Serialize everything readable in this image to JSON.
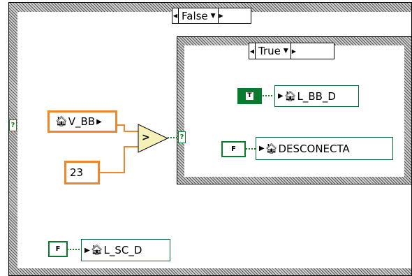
{
  "outer_case": {
    "selector_label": "False"
  },
  "inner_case": {
    "selector_label": "True"
  },
  "selector_tunnel_label": "?",
  "compare_function_symbol": ">",
  "controls": {
    "v_bb": "V_BB",
    "constant_23": "23"
  },
  "indicators": {
    "l_bb_d": "L_BB_D",
    "desconecta": "DESCONECTA",
    "l_sc_d": "L_SC_D"
  },
  "constants": {
    "true_const": "T",
    "false_const": "F"
  },
  "colors": {
    "numeric_orange": "#f0862a",
    "boolean_green": "#0a7a2f",
    "wire_green": "#1b7a2a",
    "compare_fill": "#f5f0b8"
  }
}
